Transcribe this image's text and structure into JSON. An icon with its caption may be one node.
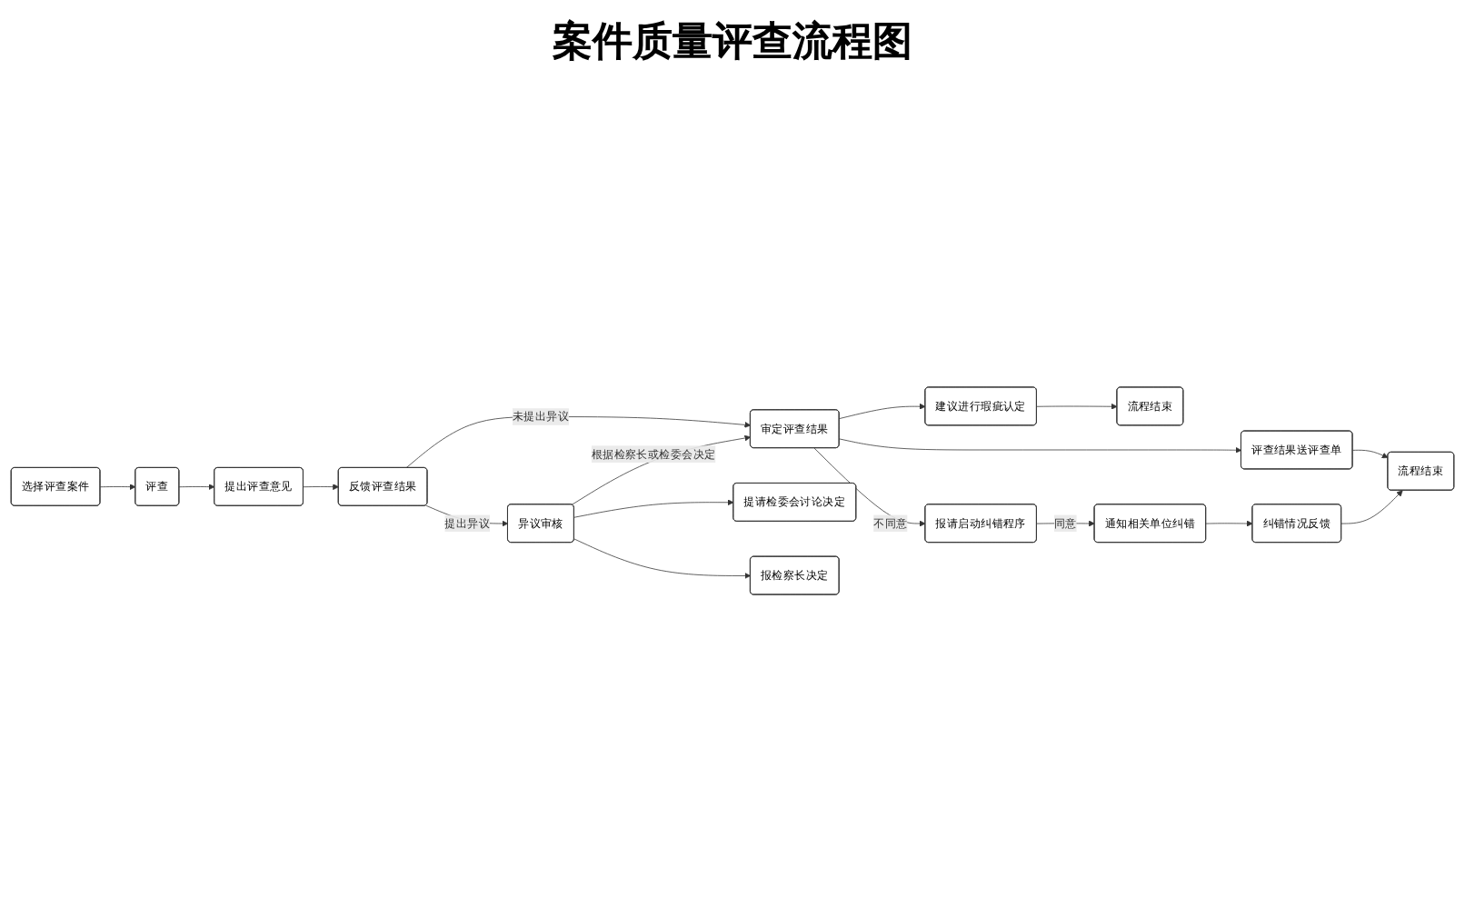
{
  "diagram": {
    "title": "案件质量评查流程图",
    "nodes": [
      {
        "text": [
          "流程结束"
        ]
      },
      {
        "text": [
          "建议进行瑕疵认定"
        ]
      },
      {
        "text": [
          "选择评查案件"
        ]
      },
      {
        "text": [
          "评查"
        ]
      },
      {
        "text": [
          "提出评查意见"
        ]
      },
      {
        "text": [
          "反馈评查结果"
        ]
      },
      {
        "text": [
          "审定评查结果"
        ]
      },
      {
        "text": [
          "评查结果送评查单"
        ]
      },
      {
        "text": [
          "流程结束"
        ]
      },
      {
        "text": [
          "提请检委会讨论决定"
        ]
      },
      {
        "text": [
          "异议审核"
        ]
      },
      {
        "text": [
          "报请启动纠错程序"
        ]
      },
      {
        "text": [
          "通知相关单位纠错"
        ]
      },
      {
        "text": [
          "纠错情况反馈"
        ]
      },
      {
        "text": [
          "报检察长决定"
        ]
      }
    ],
    "edges": [
      {
        "from": 2,
        "to": 3,
        "arrow": "to"
      },
      {
        "from": 3,
        "to": 4,
        "arrow": "to"
      },
      {
        "from": 4,
        "to": 5,
        "arrow": "to"
      },
      {
        "from": 5,
        "to": 6,
        "arrow": "to",
        "label": "未提出异议"
      },
      {
        "from": 6,
        "to": 1,
        "arrow": "to"
      },
      {
        "from": 1,
        "to": 0,
        "arrow": "to"
      },
      {
        "from": 6,
        "to": 7,
        "arrow": "to"
      },
      {
        "from": 7,
        "to": 8,
        "arrow": "to"
      },
      {
        "from": 5,
        "to": 10,
        "arrow": "to",
        "label": "提出异议"
      },
      {
        "from": 10,
        "to": 6,
        "arrow": "to",
        "label": "根据检察长或检委会决定"
      },
      {
        "from": 10,
        "to": 9,
        "arrow": "to"
      },
      {
        "from": 10,
        "to": 14,
        "arrow": "to"
      },
      {
        "from": 6,
        "to": 11,
        "arrow": "to",
        "label": "不同意"
      },
      {
        "from": 11,
        "to": 12,
        "arrow": "to",
        "label": "同意"
      },
      {
        "from": 12,
        "to": 13,
        "arrow": "to"
      },
      {
        "from": 13,
        "to": 8,
        "arrow": "to"
      }
    ]
  }
}
